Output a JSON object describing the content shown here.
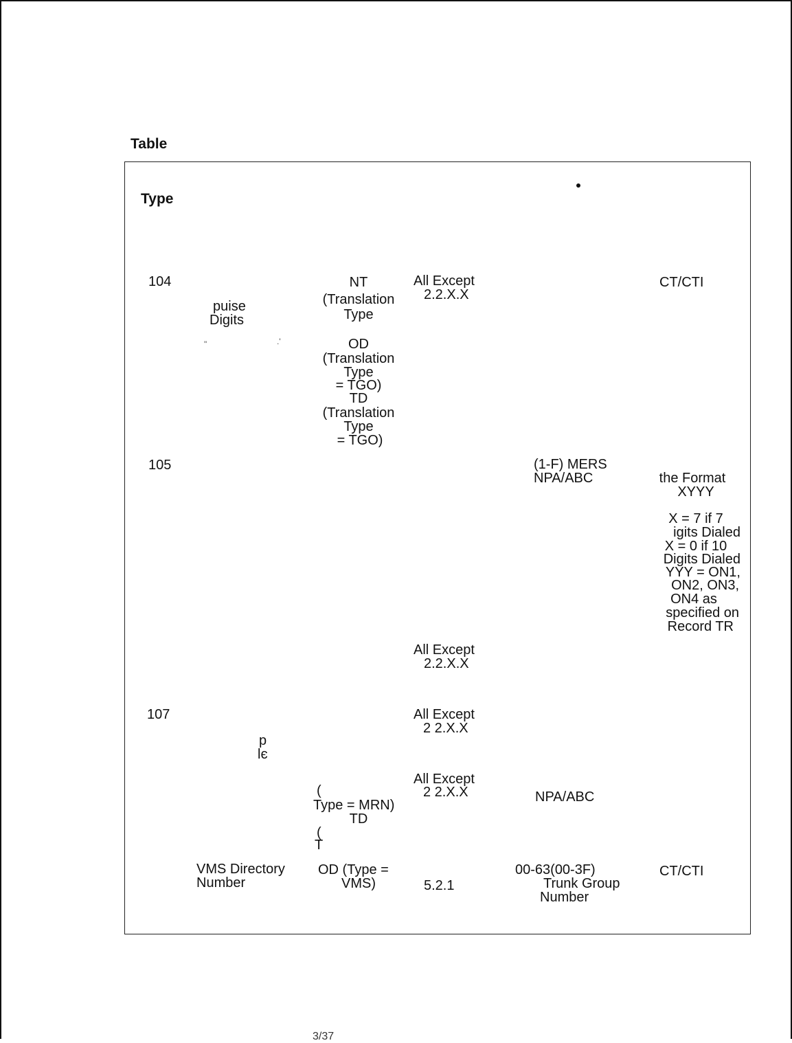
{
  "title": "Table",
  "header": {
    "type": "Type"
  },
  "cells": {
    "t104": "104",
    "pulse": "puise",
    "digits": "Digits",
    "nt": "NT",
    "trans1": "(Translation",
    "type1": "Type",
    "od": "OD",
    "trans2": "(Translation",
    "type2": "Type",
    "tgo1": "= TGO)",
    "td1": "TD",
    "trans3": "(Translation",
    "type3": "Type",
    "tgo2": "= TGO)",
    "allexc1": "All Except",
    "ver1": "2.2.X.X",
    "ctcti1": "CT/CTI",
    "t105": "105",
    "mers": "(1-F) MERS",
    "npa1": "NPA/ABC",
    "format": "the Format",
    "xyyy": "XYYY",
    "x7": "X = 7 if 7",
    "digdial1": "igits Dialed",
    "x0": "X = 0 if 10",
    "digdial2": "Digits Dialed",
    "yyy": "YYY = ON1,",
    "on23": "ON2, ON3,",
    "on4": "ON4 as",
    "specified": "specified on",
    "record": "Record TR",
    "allexc2": "All Except",
    "ver2": "2.2.X.X",
    "t107": "107",
    "frag_p": "p",
    "frag_le": "lє",
    "allexc3": "All Except",
    "ver3": "2 2.X.X",
    "paren1": "(",
    "typemrn": "Type = MRN)",
    "td2": "TD",
    "paren2": "(",
    "frag_t": "T",
    "allexc4": "All Except",
    "ver4": "2 2.X.X",
    "npa2": "NPA/ABC",
    "vms1": "VMS Directory",
    "vms2": "Number",
    "odtype": "OD (Type =",
    "vmsclose": "VMS)",
    "ver5": "5.2.1",
    "range": "00-63(00-3F)",
    "trunk": "Trunk Group",
    "tnum": "Number",
    "ctcti2": "CT/CTI",
    "footer": "3/37"
  }
}
